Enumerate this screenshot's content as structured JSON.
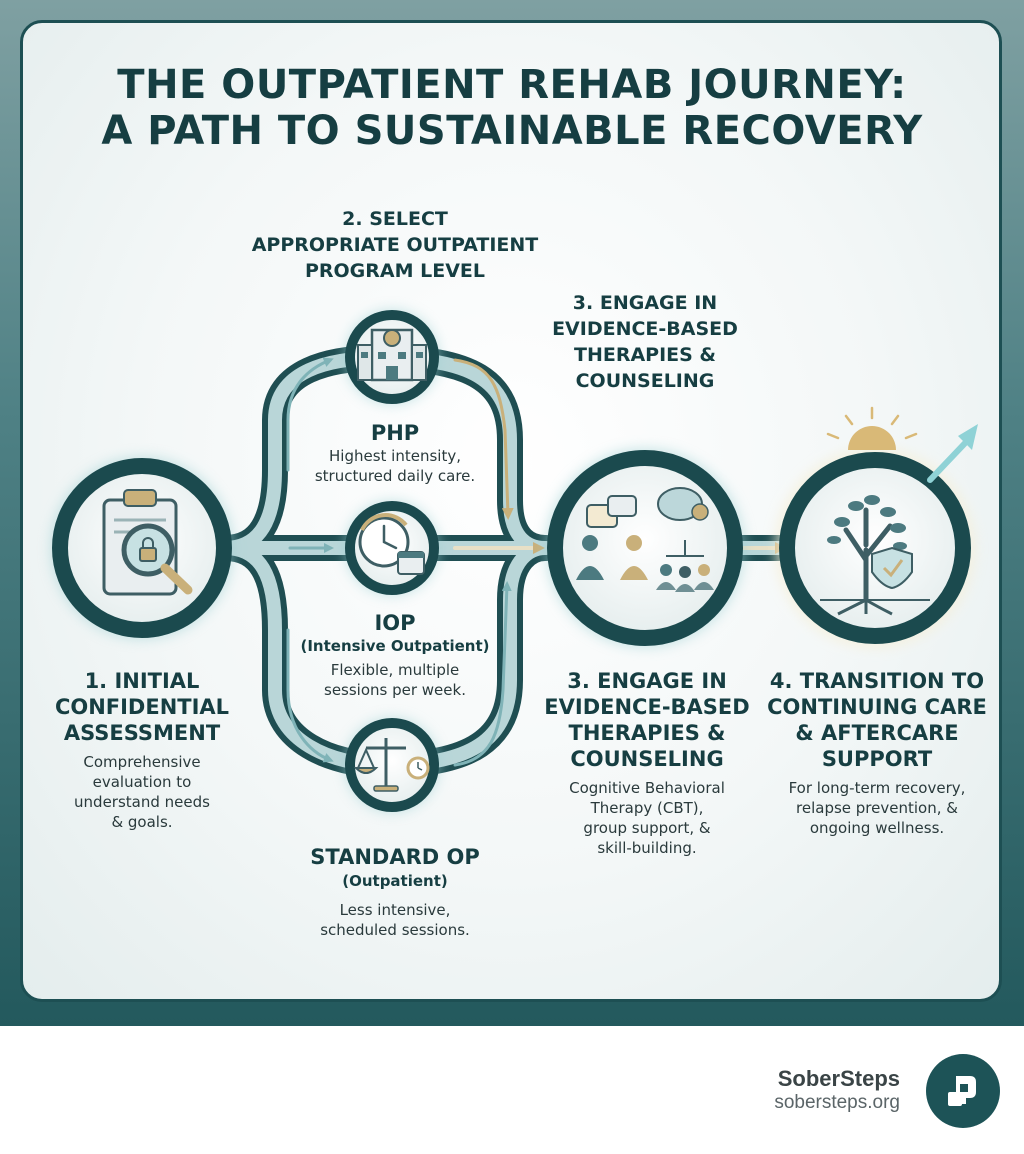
{
  "title": {
    "line1": "THE OUTPATIENT REHAB JOURNEY:",
    "line2": "A PATH TO SUSTAINABLE RECOVERY"
  },
  "step2": {
    "line1": "2. SELECT",
    "line2": "APPROPRIATE OUTPATIENT",
    "line3": "PROGRAM LEVEL"
  },
  "step3_top": {
    "line1": "3. ENGAGE IN",
    "line2": "EVIDENCE-BASED",
    "line3": "THERAPIES &",
    "line4": "COUNSELING"
  },
  "step1": {
    "line1": "1. INITIAL",
    "line2": "CONFIDENTIAL",
    "line3": "ASSESSMENT",
    "desc1": "Comprehensive",
    "desc2": "evaluation to",
    "desc3": "understand needs",
    "desc4": "& goals."
  },
  "php": {
    "title": "PHP",
    "desc1": "Highest intensity,",
    "desc2": "structured daily care."
  },
  "iop": {
    "title": "IOP",
    "subtitle": "(Intensive Outpatient)",
    "desc1": "Flexible, multiple",
    "desc2": "sessions per week."
  },
  "op": {
    "title": "STANDARD OP",
    "subtitle": "(Outpatient)",
    "desc1": "Less intensive,",
    "desc2": "scheduled sessions."
  },
  "step3": {
    "line1": "3. ENGAGE IN",
    "line2": "EVIDENCE-BASED",
    "line3": "THERAPIES &",
    "line4": "COUNSELING",
    "desc1": "Cognitive Behavioral",
    "desc2": "Therapy (CBT),",
    "desc3": "group support, &",
    "desc4": "skill-building."
  },
  "step4": {
    "line1": "4. TRANSITION TO",
    "line2": "CONTINUING CARE",
    "line3": "& AFTERCARE",
    "line4": "SUPPORT",
    "desc1": "For long-term recovery,",
    "desc2": "relapse prevention, &",
    "desc3": "ongoing wellness."
  },
  "footer": {
    "brand": "SoberSteps",
    "url": "sobersteps.org"
  },
  "icons": {
    "assessment": "clipboard-lock-magnifier-icon",
    "php": "hospital-building-icon",
    "iop": "clock-calendar-icon",
    "op": "balance-scale-clock-icon",
    "therapy": "counseling-brain-group-icon",
    "aftercare": "tree-shield-sun-arrow-icon",
    "logo": "sobersteps-logo-icon"
  },
  "colors": {
    "primary": "#1d4f53",
    "accent_gold": "#c9b07a",
    "icon_teal": "#4c7a80"
  }
}
